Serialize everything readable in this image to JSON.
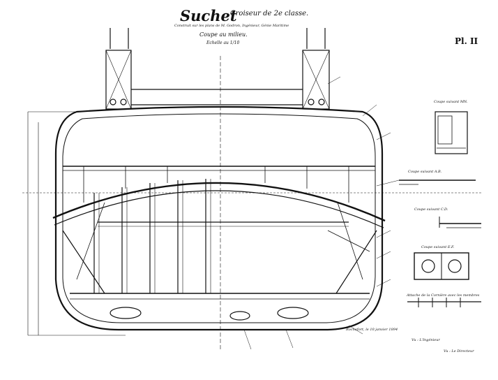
{
  "drawing": {
    "title": "Suchet",
    "subtitle": "Croiseur de 2e classe.",
    "lead": "Construit sur les plans de M. Godron, Ingénieur, Génie Maritime",
    "section_title": "Coupe au milieu.",
    "scale": "Echelle au 1/10",
    "plate": "Pl. II",
    "section_labels": {
      "mn": "Coupe suivant MN.",
      "ab": "Coupe suivant A.B.",
      "cd": "Coupe suivant C.D.",
      "ef": "Coupe suivant E.F."
    },
    "detail_label": "Attache de la Cornière avec les membres",
    "date_note": "Rochefort, le 10 janvier 1894",
    "signature_left": "Vu : L'Ingénieur",
    "signature_right": "Vu : Le Directeur"
  }
}
